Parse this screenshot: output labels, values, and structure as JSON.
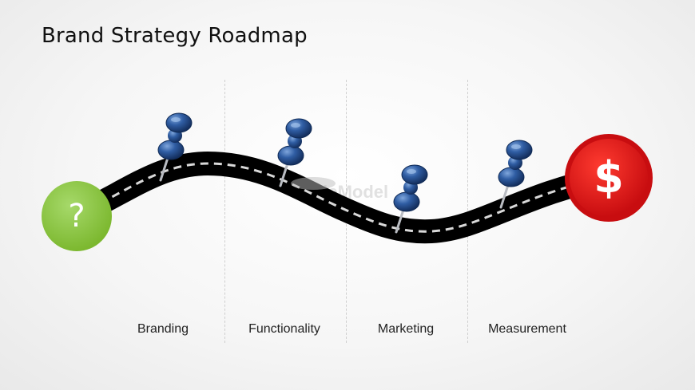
{
  "title": "Brand Strategy Roadmap",
  "start_marker": {
    "symbol": "?",
    "color": "#8cc63f"
  },
  "end_marker": {
    "symbol": "$",
    "color": "#e8191c"
  },
  "stages": [
    {
      "label": "Branding"
    },
    {
      "label": "Functionality"
    },
    {
      "label": "Marketing"
    },
    {
      "label": "Measurement"
    }
  ],
  "watermark": "SlideModel",
  "colors": {
    "road": "#000000",
    "lane": "#d9d9d9",
    "pin": "#2a4f8c"
  }
}
